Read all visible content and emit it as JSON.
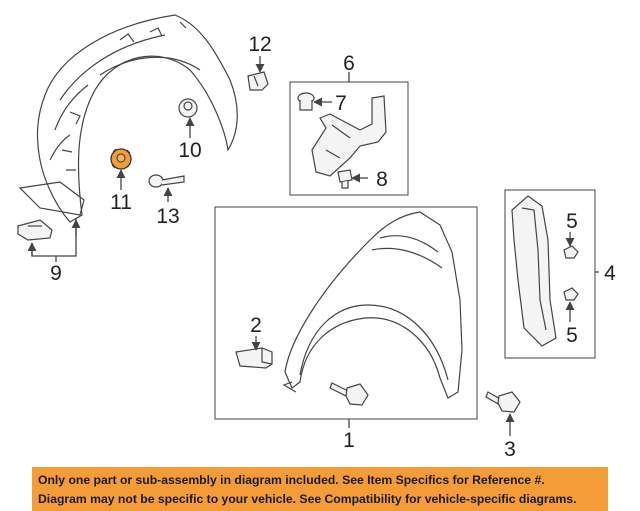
{
  "callouts": {
    "c1": "1",
    "c2": "2",
    "c3": "3",
    "c4": "4",
    "c5a": "5",
    "c5b": "5",
    "c6": "6",
    "c7": "7",
    "c8": "8",
    "c9": "9",
    "c10": "10",
    "c11": "11",
    "c12": "12",
    "c13": "13"
  },
  "highlighted_part": "11",
  "colors": {
    "highlight": "#f39c38",
    "banner": "#f39c38",
    "line": "#444444"
  },
  "banner": {
    "line1": "Only one part or sub-assembly in diagram included. See Item Specifics for Reference #.",
    "line2": "Diagram may not be specific to your vehicle. See Compatibility for vehicle-specific diagrams."
  }
}
